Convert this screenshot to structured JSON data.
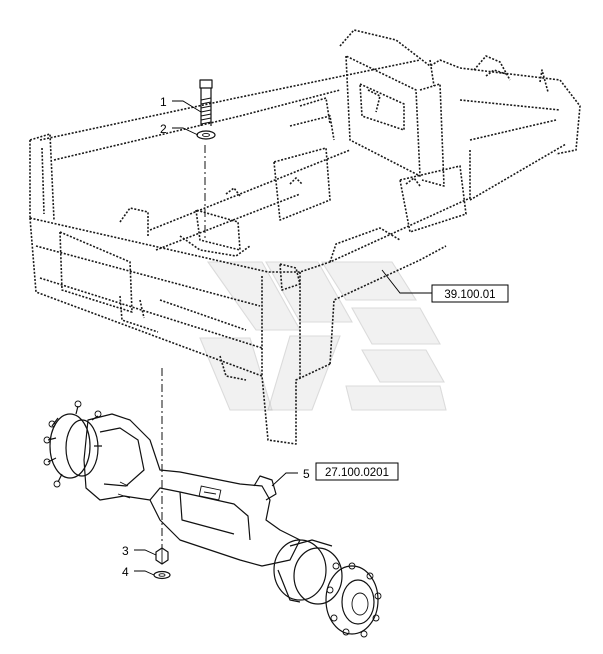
{
  "callouts": [
    {
      "number": "1",
      "part": "bolt"
    },
    {
      "number": "2",
      "part": "washer"
    },
    {
      "number": "3",
      "part": "nut"
    },
    {
      "number": "4",
      "part": "washer"
    },
    {
      "number": "5",
      "part": "axle"
    }
  ],
  "references": [
    {
      "code": "39.100.01",
      "part": "frame"
    },
    {
      "code": "27.100.0201",
      "part": "axle"
    }
  ],
  "colors": {
    "line": "#111111",
    "watermark": "#9a9a9a",
    "background": "#ffffff"
  }
}
